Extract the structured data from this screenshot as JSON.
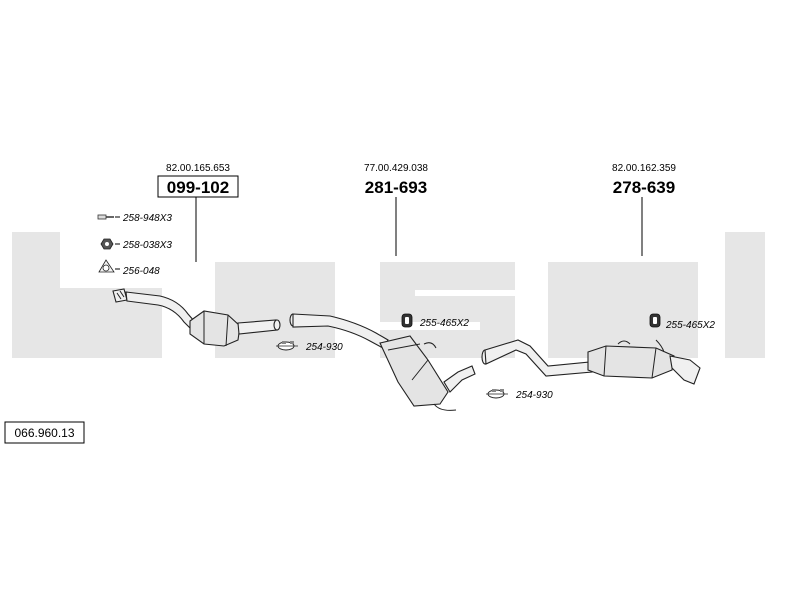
{
  "watermark": "bosal",
  "diagram_number": "066.960.13",
  "assemblies": [
    {
      "oe_ref": "82.00.165.653",
      "part_number": "099-102",
      "boxed": true
    },
    {
      "oe_ref": "77.00.429.038",
      "part_number": "281-693",
      "boxed": false
    },
    {
      "oe_ref": "82.00.162.359",
      "part_number": "278-639",
      "boxed": false
    }
  ],
  "accessories": {
    "bolt": "258-948X3",
    "nut": "258-038X3",
    "gasket": "256-048",
    "clamp_1": "254-930",
    "clamp_2": "254-930",
    "hanger_1": "255-465X2",
    "hanger_2": "255-465X2"
  },
  "colors": {
    "watermark": "#e6e6e6",
    "line": "#222222"
  }
}
